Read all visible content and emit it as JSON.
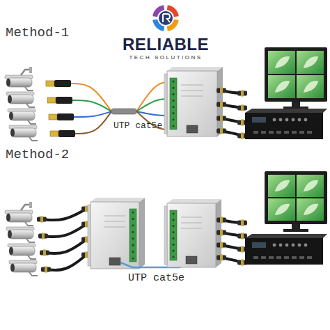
{
  "diagram": {
    "labels": [
      "RELIABLE",
      "TECH SOLUTIONS",
      "Method-1",
      "UTP cat5e",
      "Method-2",
      "UTP cat5e"
    ]
  }
}
